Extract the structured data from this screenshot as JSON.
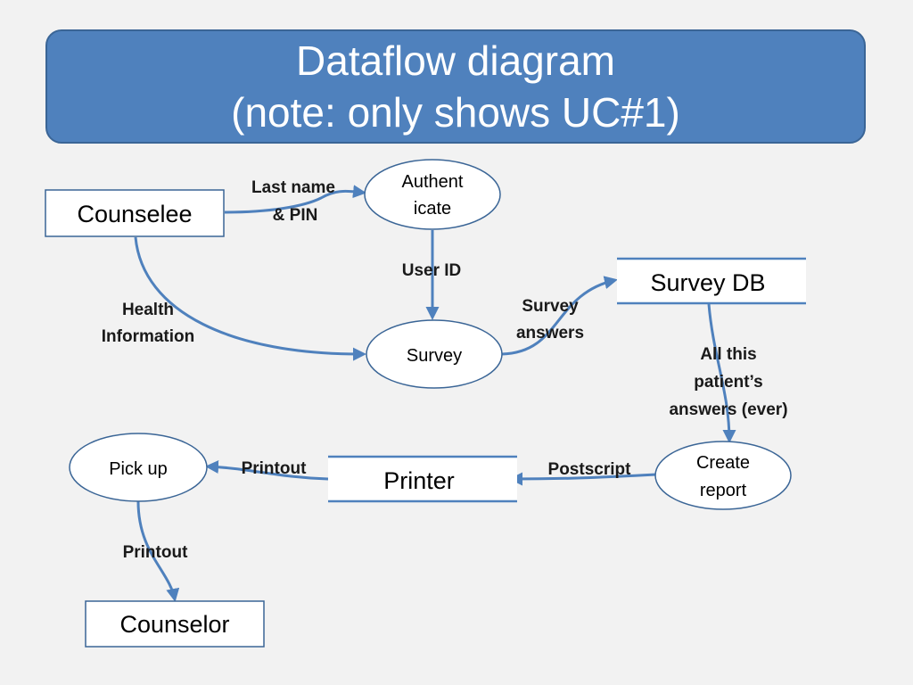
{
  "title": {
    "line1": "Dataflow diagram",
    "line2": "(note: only shows UC#1)"
  },
  "nodes": {
    "counselee": "Counselee",
    "authenticate": [
      "Authent",
      "icate"
    ],
    "survey": "Survey",
    "survey_db": "Survey DB",
    "create_report": [
      "Create",
      "report"
    ],
    "printer": "Printer",
    "pick_up": "Pick up",
    "counselor": "Counselor"
  },
  "flows": {
    "last_name_pin": [
      "Last name",
      "& PIN"
    ],
    "user_id": "User ID",
    "health_information": [
      "Health",
      "Information"
    ],
    "survey_answers": [
      "Survey",
      "answers"
    ],
    "all_patient_answers": [
      "All this",
      "patient’s",
      "answers (ever)"
    ],
    "postscript": "Postscript",
    "printout_1": "Printout",
    "printout_2": "Printout"
  },
  "colors": {
    "title_fill": "#4f81bd",
    "arrow": "#4f81bd",
    "background": "#f2f2f2"
  }
}
